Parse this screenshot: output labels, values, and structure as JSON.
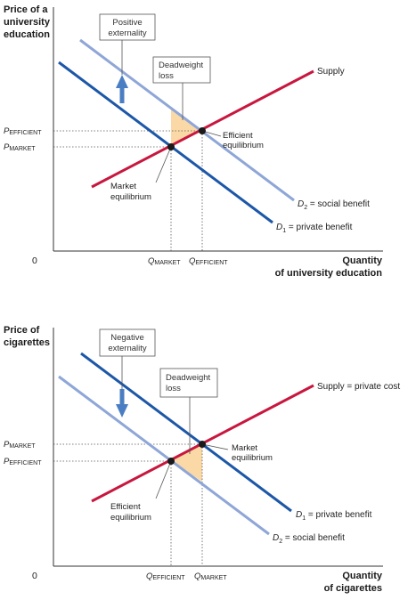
{
  "top": {
    "y_label_lines": [
      "Price of a",
      "university",
      "education"
    ],
    "x_label_lines": [
      "Quantity",
      "of university education"
    ],
    "origin": "0",
    "p_efficient": {
      "main": "P",
      "sub": "EFFICIENT"
    },
    "p_market": {
      "main": "P",
      "sub": "MARKET"
    },
    "q_market": {
      "main": "Q",
      "sub": "MARKET"
    },
    "q_efficient": {
      "main": "Q",
      "sub": "EFFICIENT"
    },
    "box_externality": [
      "Positive",
      "externality"
    ],
    "box_dwl": [
      "Deadweight",
      "loss"
    ],
    "supply_label": "Supply",
    "efficient_eq": [
      "Efficient",
      "equilibrium"
    ],
    "market_eq": [
      "Market",
      "equilibrium"
    ],
    "d2_label": {
      "main": "D",
      "sub": "2",
      "rest": " = social benefit"
    },
    "d1_label": {
      "main": "D",
      "sub": "1",
      "rest": " = private benefit"
    }
  },
  "bottom": {
    "y_label_lines": [
      "Price of",
      "cigarettes"
    ],
    "x_label_lines": [
      "Quantity",
      "of cigarettes"
    ],
    "origin": "0",
    "p_market": {
      "main": "P",
      "sub": "MARKET"
    },
    "p_efficient": {
      "main": "P",
      "sub": "EFFICIENT"
    },
    "q_efficient": {
      "main": "Q",
      "sub": "EFFICIENT"
    },
    "q_market": {
      "main": "Q",
      "sub": "MARKET"
    },
    "box_externality": [
      "Negative",
      "externality"
    ],
    "box_dwl": [
      "Deadweight",
      "loss"
    ],
    "supply_label": "Supply = private cost",
    "market_eq": [
      "Market",
      "equilibrium"
    ],
    "efficient_eq": [
      "Efficient",
      "equilibrium"
    ],
    "d1_label": {
      "main": "D",
      "sub": "1",
      "rest": " = private benefit"
    },
    "d2_label": {
      "main": "D",
      "sub": "2",
      "rest": " = social benefit"
    }
  },
  "colors": {
    "supply": "#c8173f",
    "d1": "#1c57a8",
    "d2": "#8ea6d8",
    "dwl": "#fbd9a6",
    "arrow": "#4a7ec3",
    "point": "#1a1a1a"
  }
}
